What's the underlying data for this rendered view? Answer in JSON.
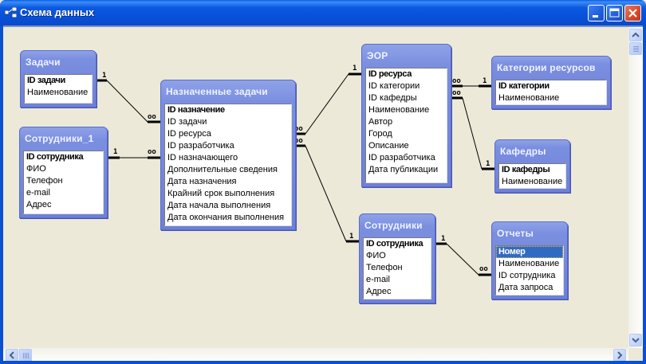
{
  "window": {
    "title": "Схема данных",
    "icon": "relationships-icon",
    "controls": {
      "minimize": "minimize-icon",
      "maximize": "maximize-icon",
      "close": "close-icon"
    }
  },
  "tables": [
    {
      "id": "zadachi",
      "title": "Задачи",
      "fields": [
        "ID задачи",
        "Наименование"
      ],
      "primary_key": "ID задачи"
    },
    {
      "id": "sotrudniki1",
      "title": "Сотрудники_1",
      "fields": [
        "ID сотрудника",
        "ФИО",
        "Телефон",
        "e-mail",
        "Адрес"
      ],
      "primary_key": "ID сотрудника"
    },
    {
      "id": "naznach",
      "title": "Назначенные задачи",
      "fields": [
        "ID назначение",
        "ID задачи",
        "ID ресурса",
        "ID разработчика",
        "ID назначающего",
        "Дополнительные сведения",
        "Дата назначения",
        "Крайний срок выполнения",
        "Дата начала выполнения",
        "Дата окончания выполнения"
      ],
      "primary_key": "ID назначение"
    },
    {
      "id": "eor",
      "title": "ЭОР",
      "fields": [
        "ID ресурса",
        "ID категории",
        "ID кафедры",
        "Наименование",
        "Автор",
        "Город",
        "Описание",
        "ID разработчика",
        "Дата публикации"
      ],
      "primary_key": "ID ресурса"
    },
    {
      "id": "kategorii",
      "title": "Категории ресурсов",
      "fields": [
        "ID категории",
        "Наименование"
      ],
      "primary_key": "ID категории"
    },
    {
      "id": "kafedry",
      "title": "Кафедры",
      "fields": [
        "ID кафедры",
        "Наименование"
      ],
      "primary_key": "ID кафедры"
    },
    {
      "id": "sotrudniki",
      "title": "Сотрудники",
      "fields": [
        "ID сотрудника",
        "ФИО",
        "Телефон",
        "e-mail",
        "Адрес"
      ],
      "primary_key": "ID сотрудника"
    },
    {
      "id": "otchety",
      "title": "Отчеты",
      "fields": [
        "Номер",
        "Наименование",
        "ID сотрудника",
        "Дата запроса"
      ],
      "primary_key": "Номер",
      "selected_field": "Номер"
    }
  ],
  "relationships": [
    {
      "from": "Задачи.ID задачи",
      "to": "Назначенные задачи.ID задачи",
      "one": "1",
      "many": "∞"
    },
    {
      "from": "Сотрудники_1.ID сотрудника",
      "to": "Назначенные задачи.ID назначающего",
      "one": "1",
      "many": "∞"
    },
    {
      "from": "ЭОР.ID ресурса",
      "to": "Назначенные задачи.ID ресурса",
      "one": "1",
      "many": "∞"
    },
    {
      "from": "Сотрудники.ID сотрудника",
      "to": "Назначенные задачи.ID разработчика",
      "one": "1",
      "many": "∞"
    },
    {
      "from": "Категории ресурсов.ID категории",
      "to": "ЭОР.ID категории",
      "one": "1",
      "many": "∞"
    },
    {
      "from": "Кафедры.ID кафедры",
      "to": "ЭОР.ID кафедры",
      "one": "1",
      "many": "∞"
    },
    {
      "from": "Сотрудники.ID сотрудника",
      "to": "Отчеты.ID сотрудника",
      "one": "1",
      "many": "∞"
    }
  ],
  "labels": {
    "one": "1",
    "many": "oo"
  },
  "scrollbars": {
    "up": "▲",
    "down": "▼",
    "left": "◀",
    "right": "▶"
  }
}
